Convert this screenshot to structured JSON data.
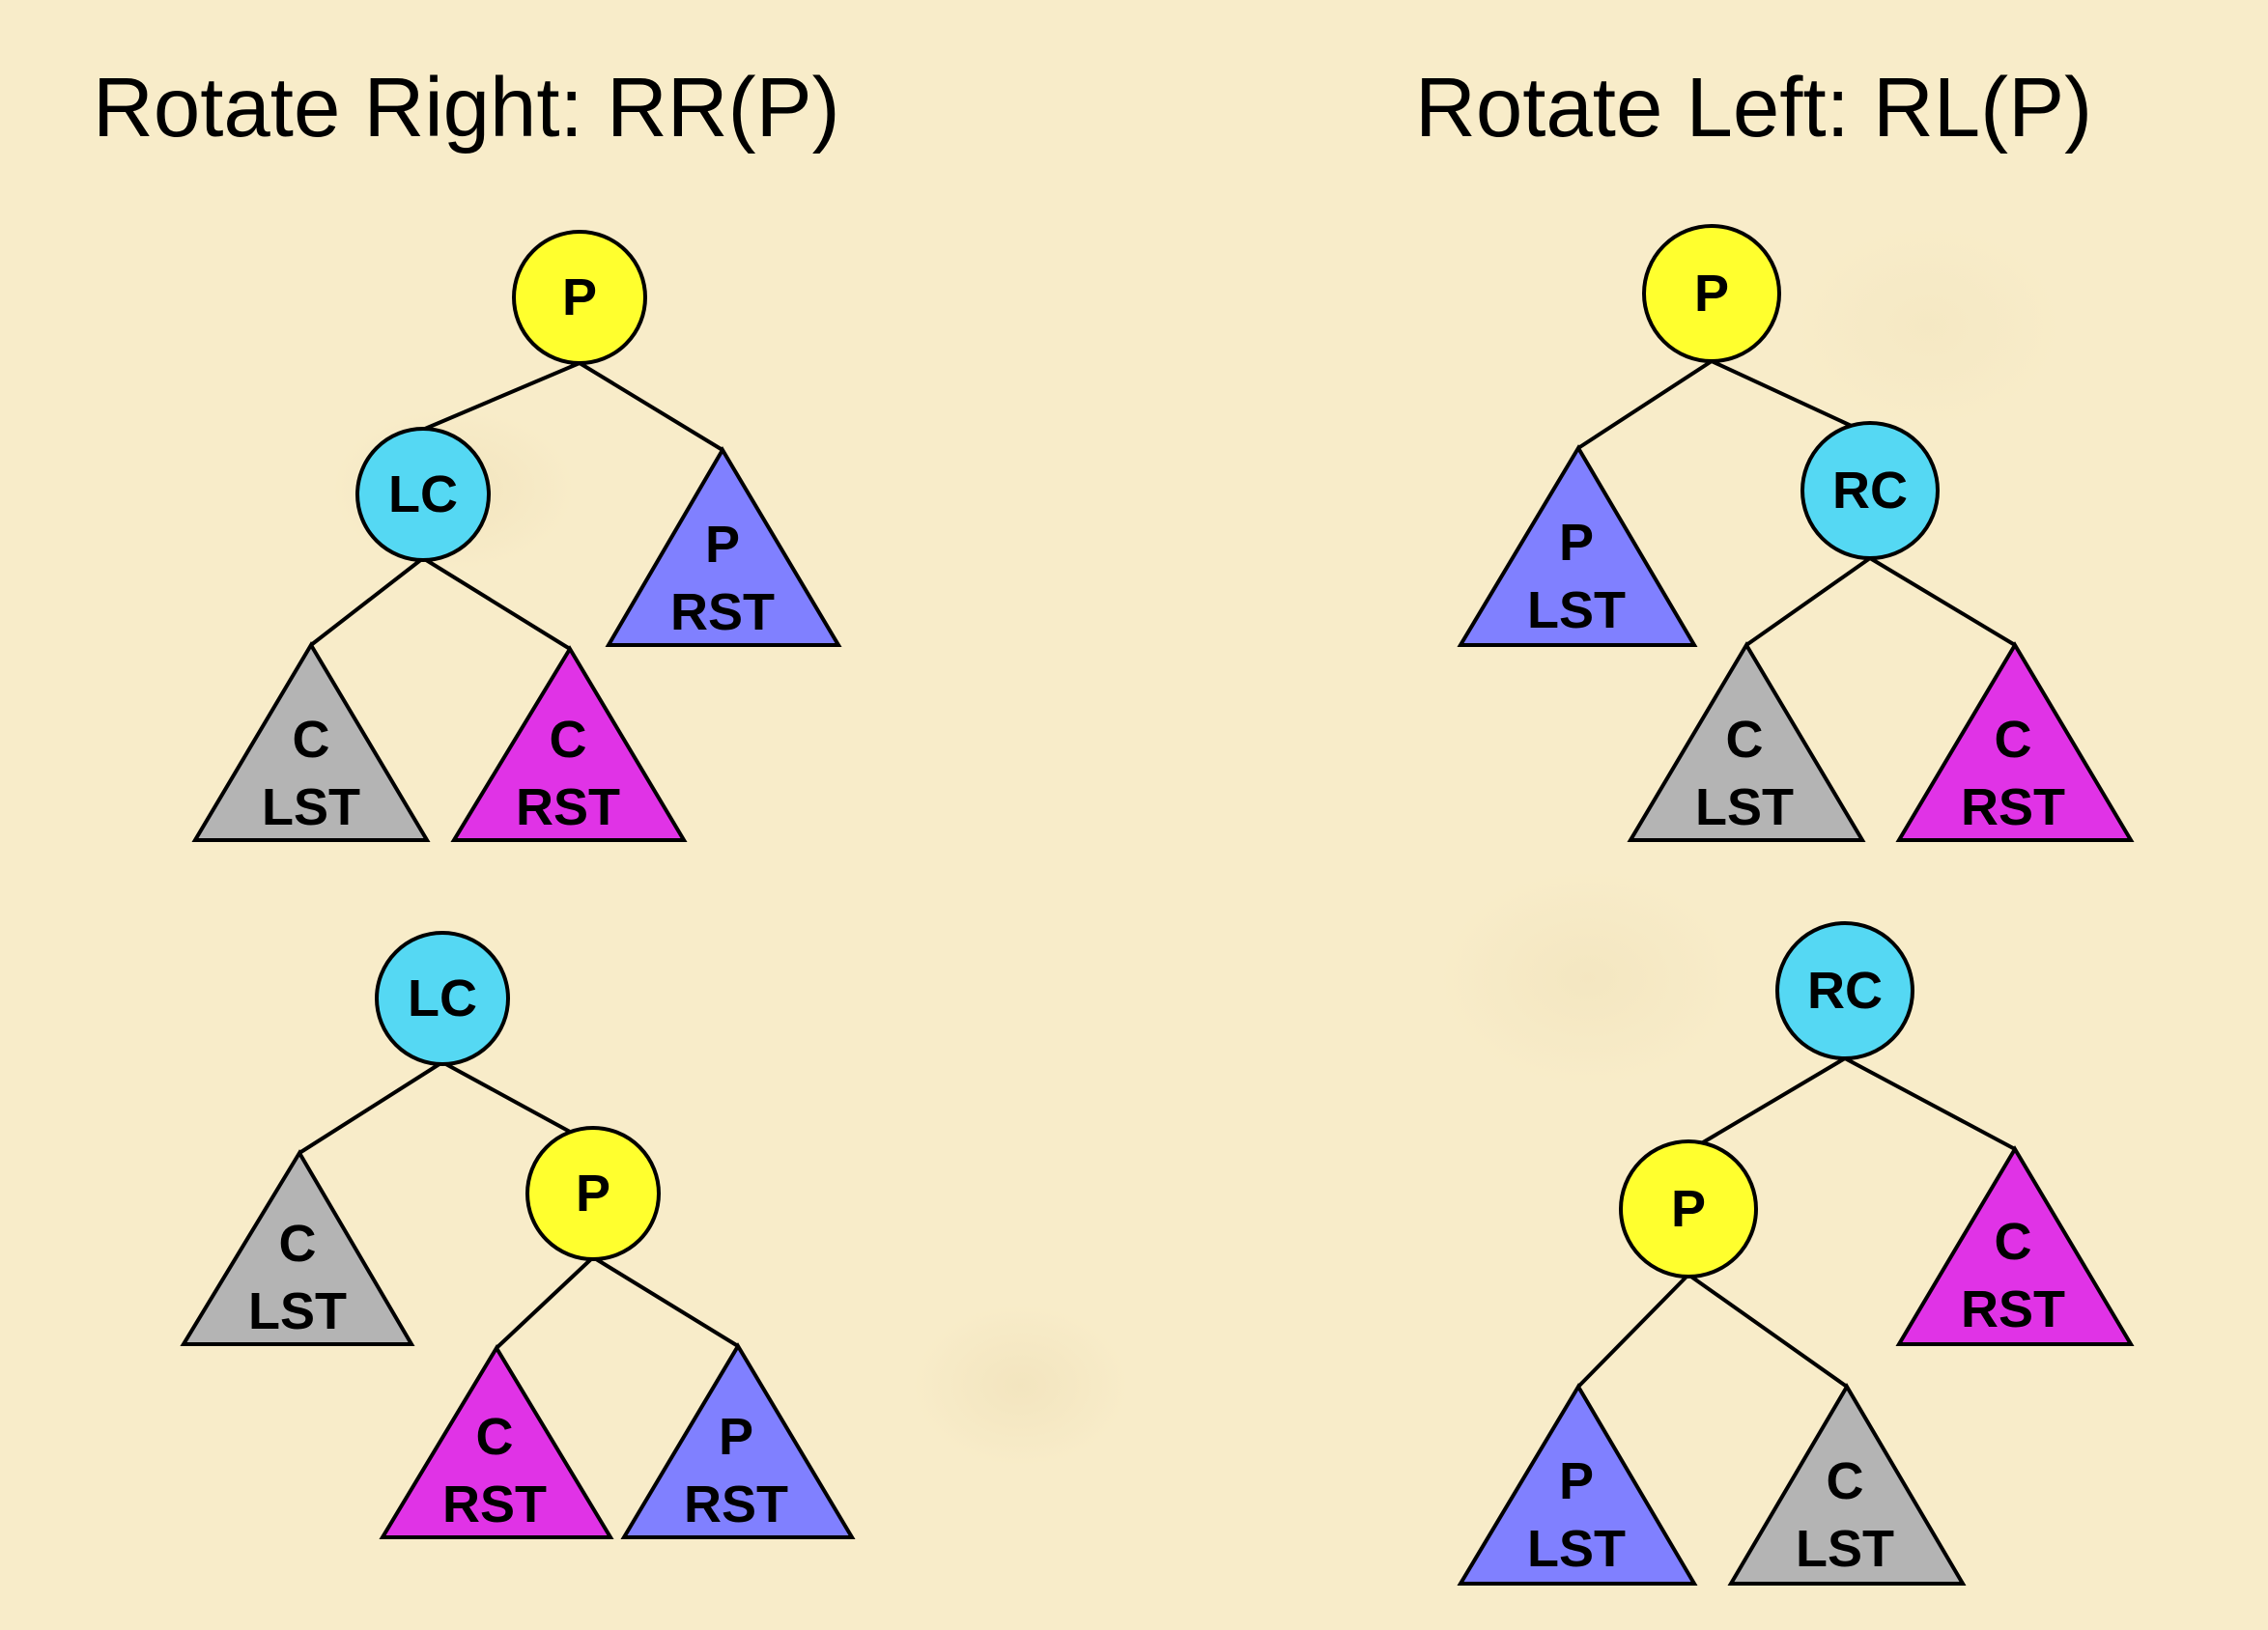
{
  "titles": {
    "rotate_right": "Rotate Right: RR(P)",
    "rotate_left": "Rotate Left: RL(P)"
  },
  "colors": {
    "background": "#f8ecc9",
    "p_node": "#ffff2e",
    "child_node": "#55d8f3",
    "p_subtree": "#8080ff",
    "c_lst": "#b4b4b4",
    "c_rst": "#e033e6"
  },
  "nodes": {
    "p": "P",
    "lc": "LC",
    "rc": "RC"
  },
  "subtrees": {
    "p_rst": {
      "top": "P",
      "bottom": "RST"
    },
    "p_lst": {
      "top": "P",
      "bottom": "LST"
    },
    "c_lst": {
      "top": "C",
      "bottom": "LST"
    },
    "c_rst": {
      "top": "C",
      "bottom": "RST"
    }
  }
}
